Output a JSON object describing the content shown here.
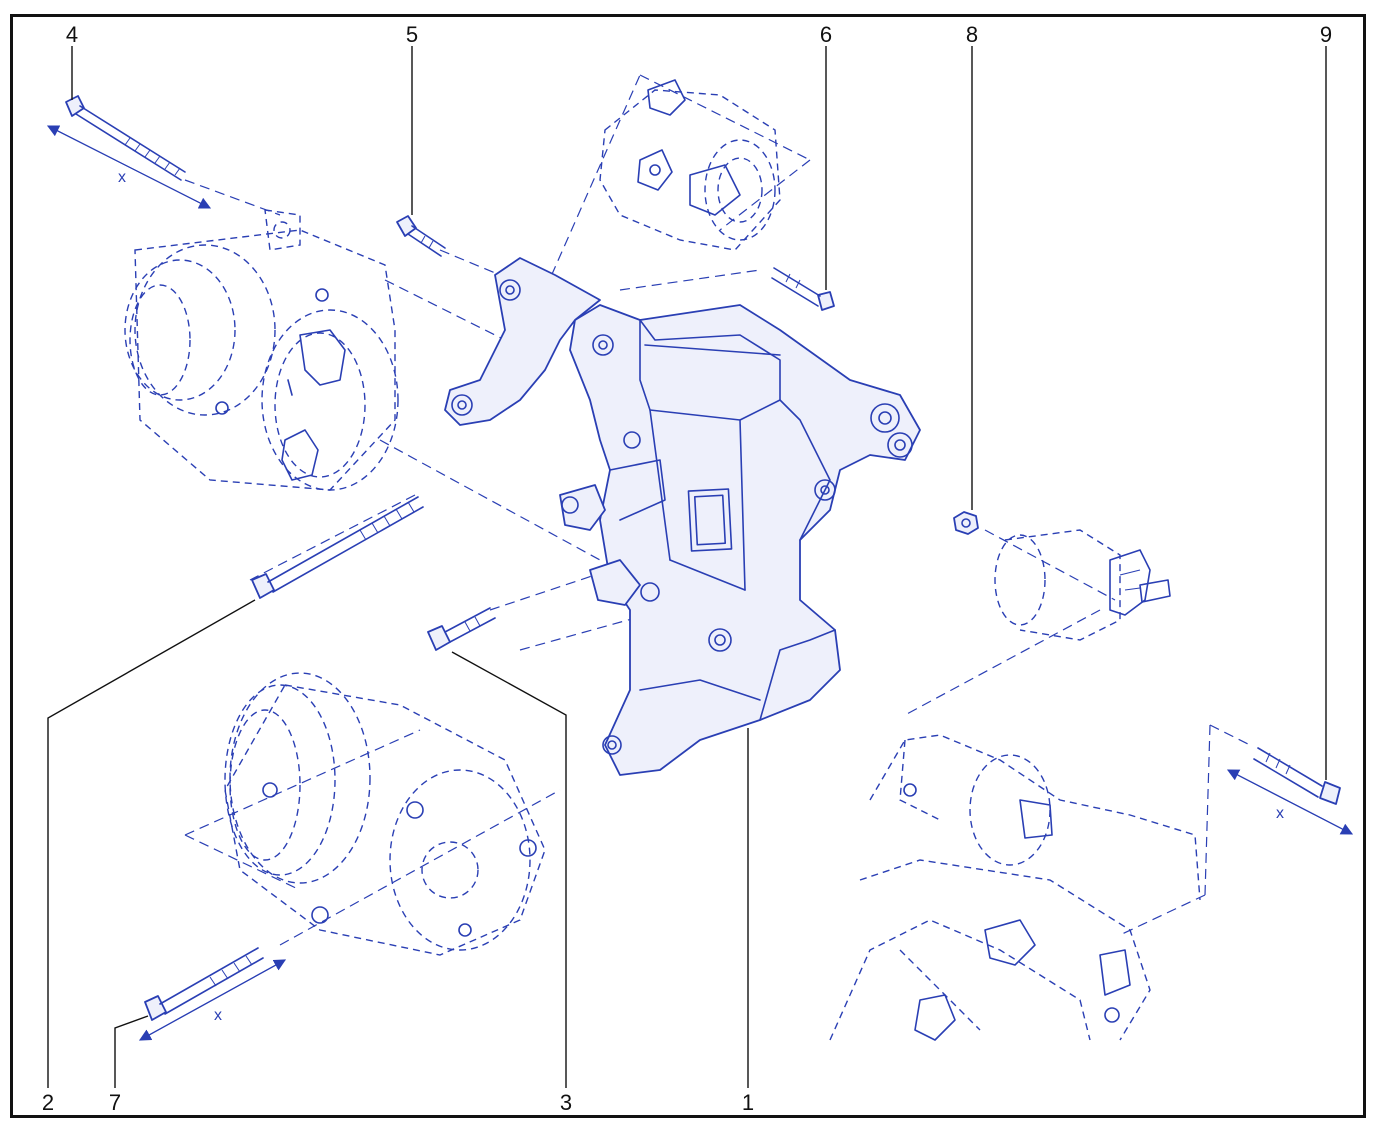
{
  "callouts": {
    "c1": "1",
    "c2": "2",
    "c3": "3",
    "c4": "4",
    "c5": "5",
    "c6": "6",
    "c7": "7",
    "c8": "8",
    "c9": "9"
  },
  "dimensions": {
    "bolt4": "x",
    "bolt7": "x",
    "bolt9": "x"
  },
  "colors": {
    "line": "#2a3fb4",
    "frame": "#111111",
    "background": "#ffffff"
  }
}
